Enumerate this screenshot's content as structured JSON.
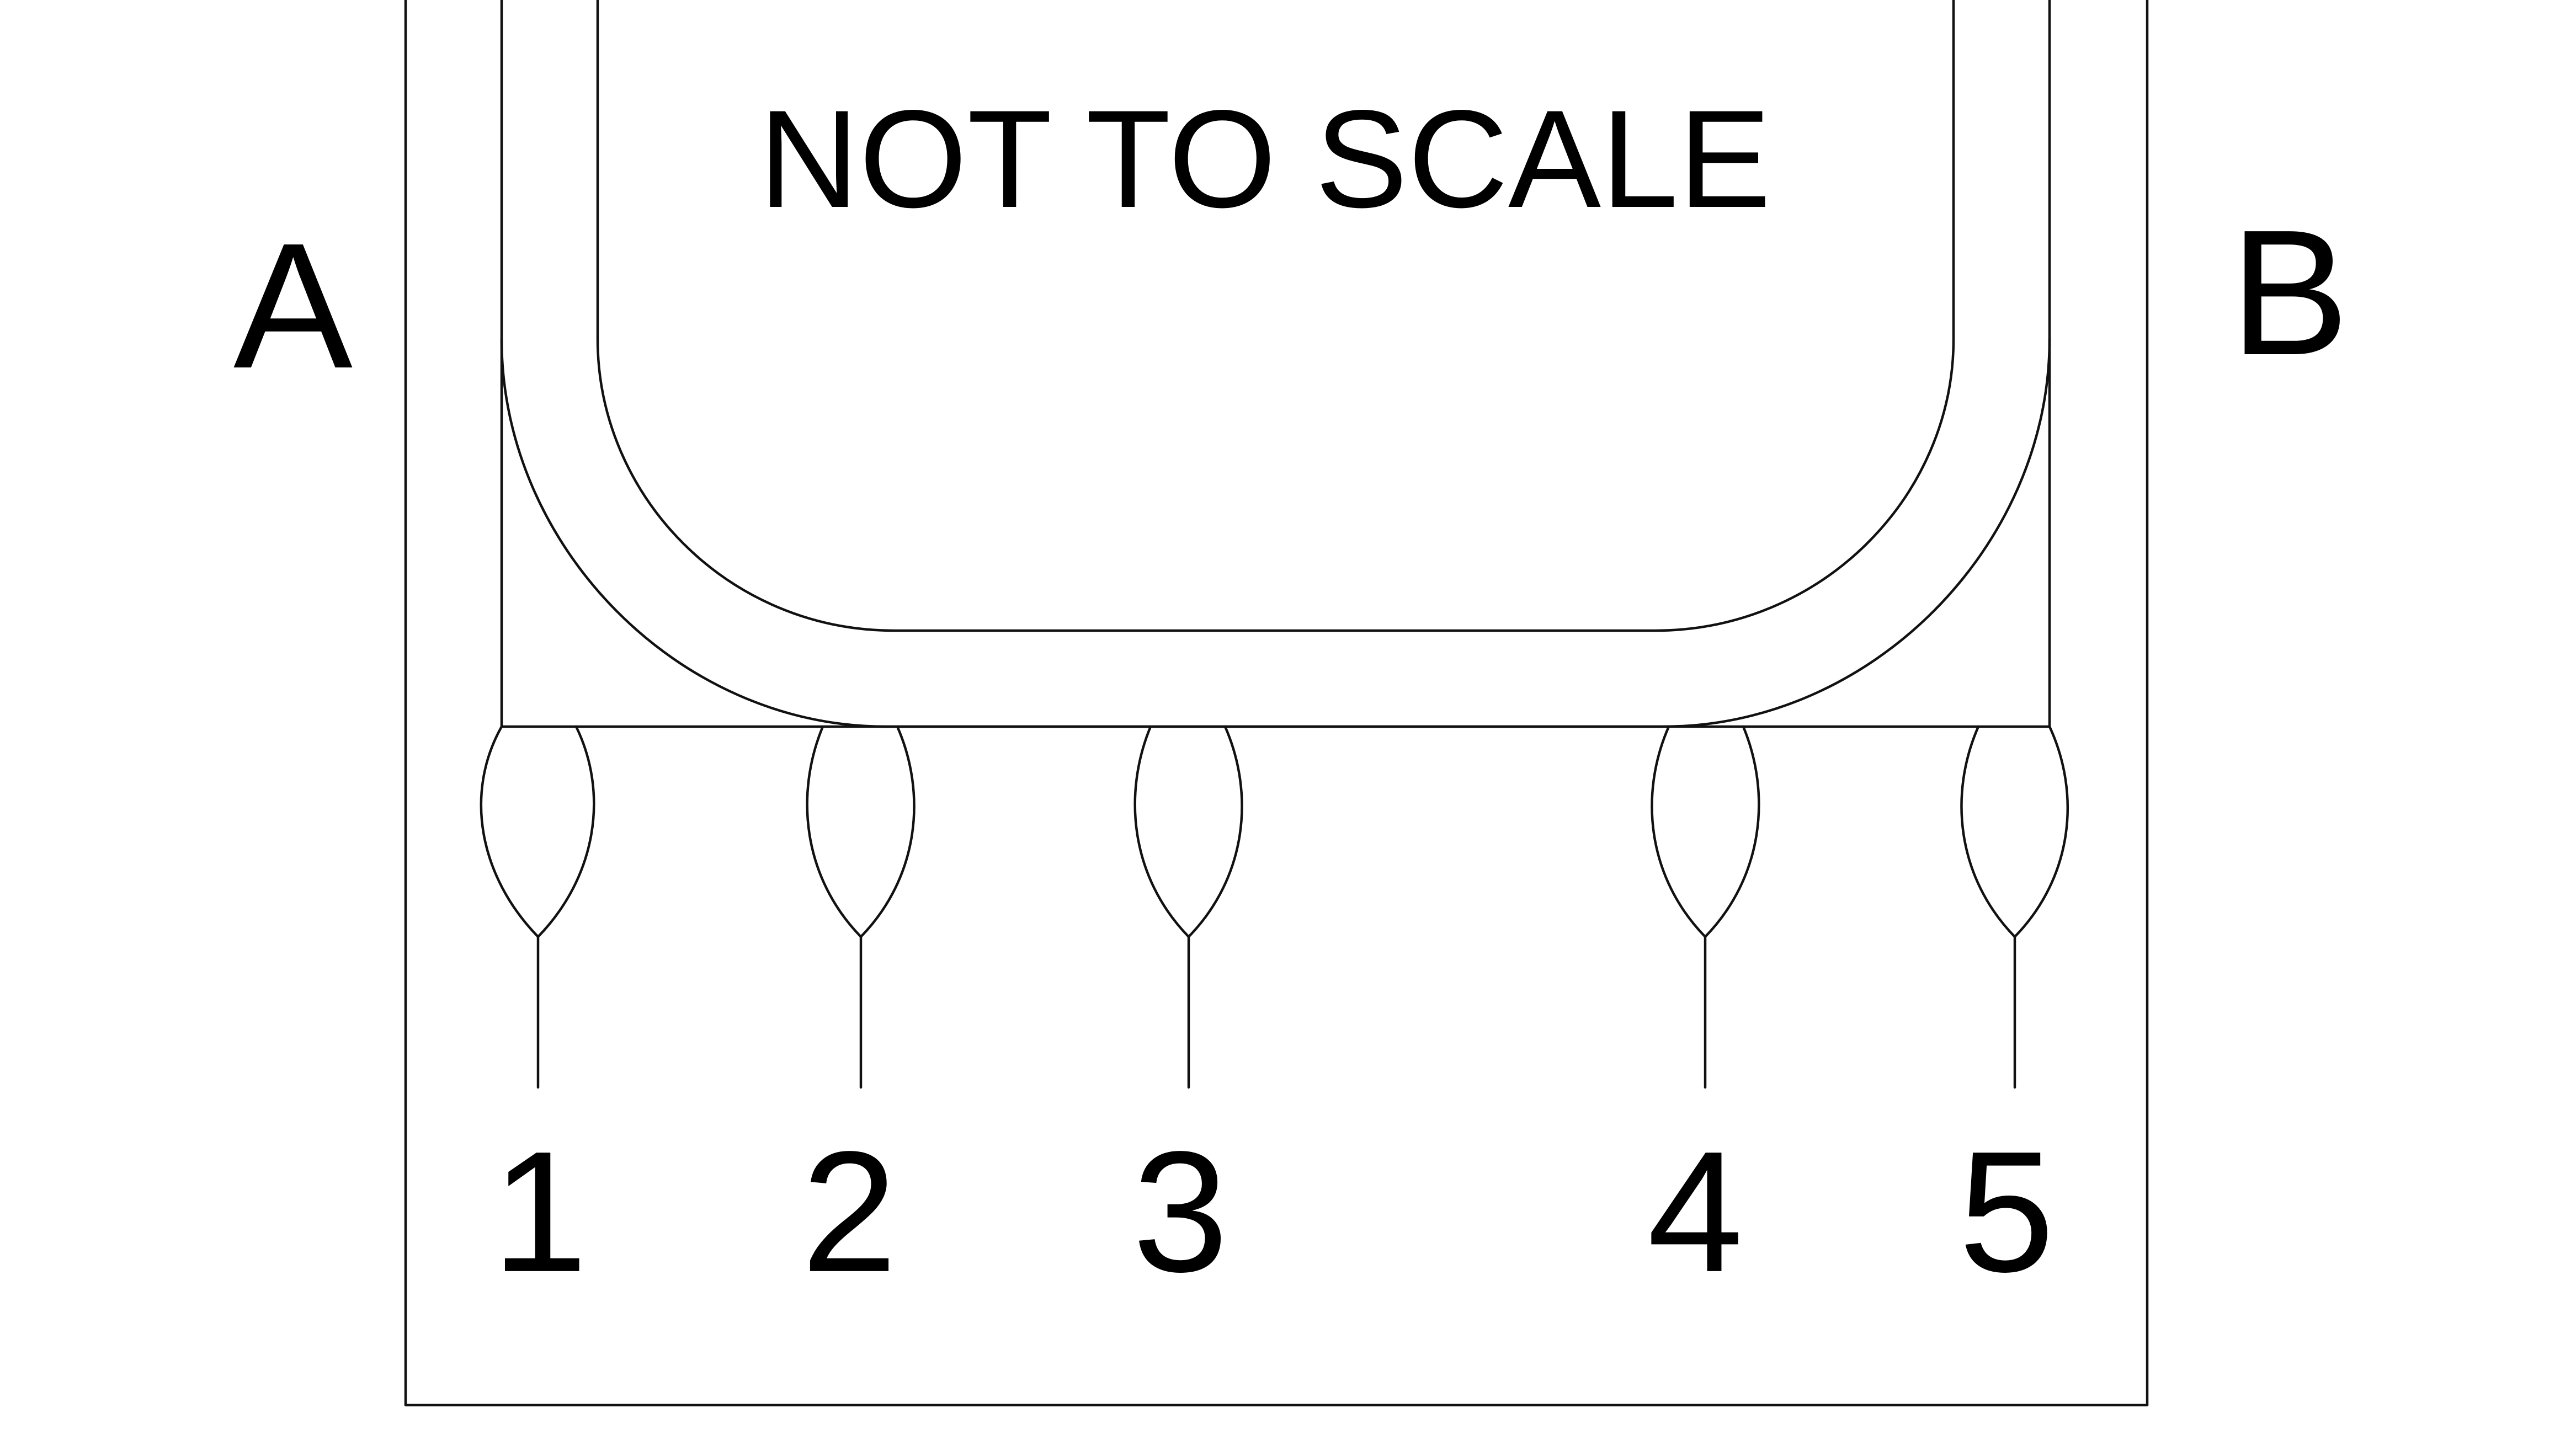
{
  "diagram": {
    "note": "NOT TO SCALE",
    "side_labels": {
      "left": "A",
      "right": "B"
    },
    "electrodes": [
      {
        "label": "1"
      },
      {
        "label": "2"
      },
      {
        "label": "3"
      },
      {
        "label": "4"
      },
      {
        "label": "5"
      }
    ]
  },
  "colors": {
    "line": "#111111",
    "text": "#000000",
    "background": "#ffffff"
  }
}
